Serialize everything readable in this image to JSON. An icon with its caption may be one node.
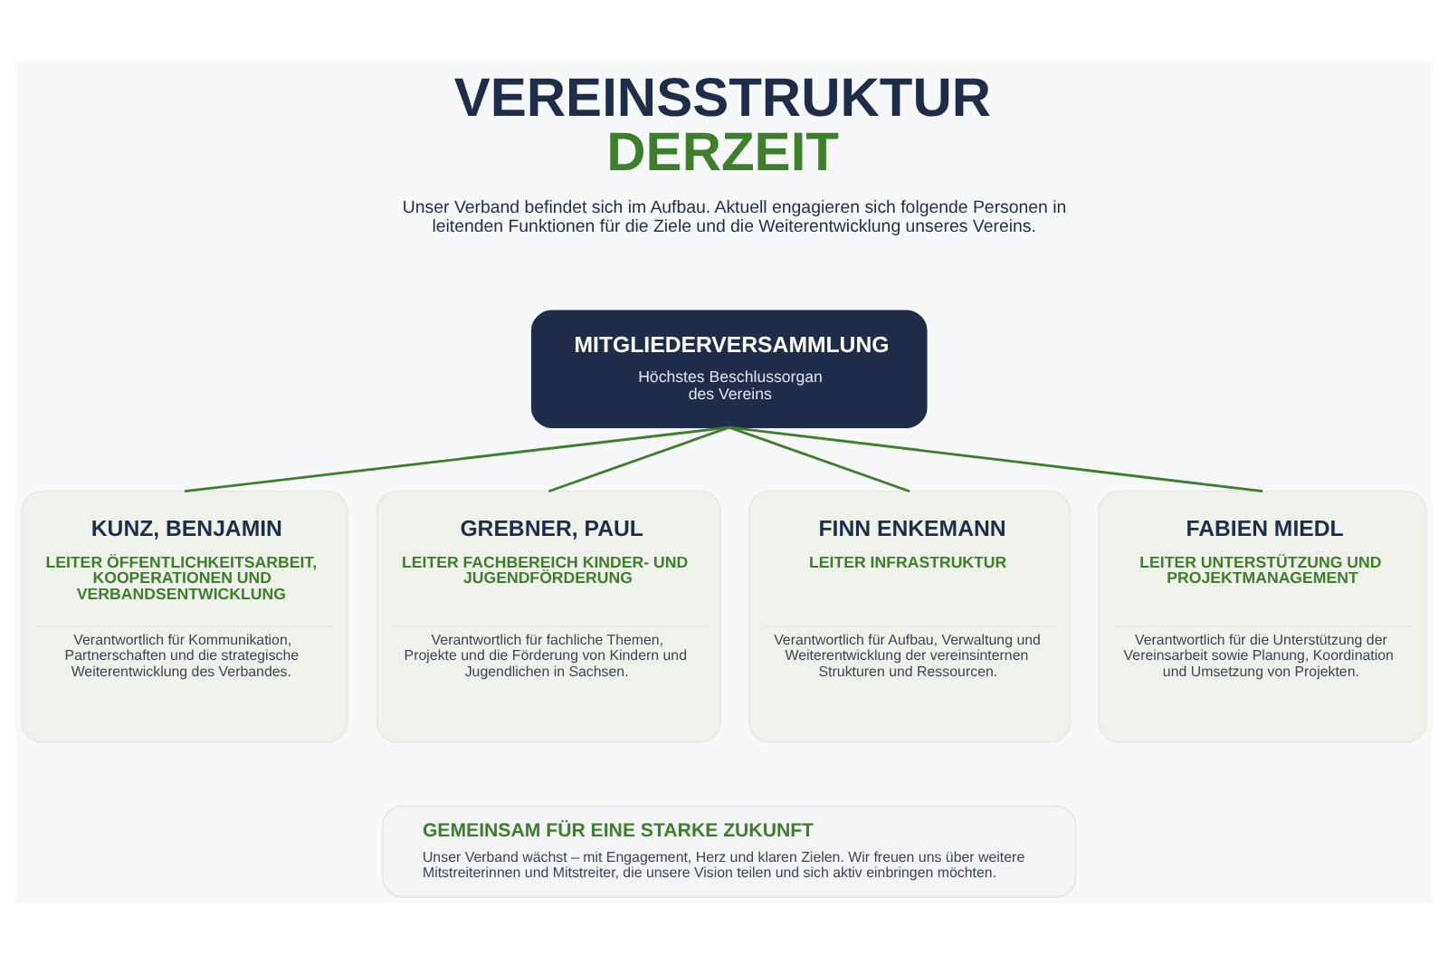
{
  "diagram": {
    "title": "VEREINSSTRUKTUR DERZEIT",
    "nodes": [
      {
        "text": [
          "MITGLIEDERVERSAMMLUNG",
          "Höchstes Beschlussorgan des Vereins"
        ]
      },
      {
        "text": [
          "KUNZ, BENJAMIN",
          "LEITER ÖFFENTLICHKEITSARBEIT, KOOPERATIONEN UND VERBANDSENTWICKLUNG",
          "Verantwortlich für Kommunikation, Partnerschaften und die strategische Weiterentwicklung des Verbandes."
        ]
      },
      {
        "text": [
          "GREBNER, PAUL",
          "LEITER FACHBEREICH KINDER- UND JUGENDFÖRDERUNG",
          "Verantwortlich für fachliche Themen, Projekte und die Förderung von Kindern und Jugendlichen in Sachsen."
        ]
      },
      {
        "text": [
          "FINN ENKEMANN",
          "LEITER INFRASTRUKTUR",
          "Verantwortlich für Aufbau, Verwaltung und Weiterentwicklung der vereinsinternen Strukturen und Ressourcen."
        ]
      },
      {
        "text": [
          "FABIEN MIEDL",
          "LEITER UNTERSTÜTZUNG UND PROJEKTMANAGEMENT",
          "Verantwortlich für die Unterstützung der Vereinsarbeit sowie Planung, Koordination und Umsetzung von Projekten."
        ]
      },
      {
        "text": [
          "GEMEINSAM FÜR EINE STARKE ZUKUNFT",
          "Unser Verband wächst – mit Engagement, Herz und klaren Zielen. Wir freuen uns über weitere Mitstreiterinnen und Mitstreiter, die unsere Vision teilen und sich aktiv einbringen möchten."
        ]
      }
    ],
    "edges": [
      {
        "from": 0,
        "to": 1,
        "arrow": "none"
      },
      {
        "from": 0,
        "to": 2,
        "arrow": "none"
      },
      {
        "from": 0,
        "to": 3,
        "arrow": "none"
      },
      {
        "from": 0,
        "to": 4,
        "arrow": "none"
      }
    ],
    "labels": [
      "Unser Verband befindet sich im Aufbau. Aktuell engagieren sich folgende Personen in leitenden Funktionen für die Ziele und die Weiterentwicklung unseres Vereins."
    ]
  }
}
